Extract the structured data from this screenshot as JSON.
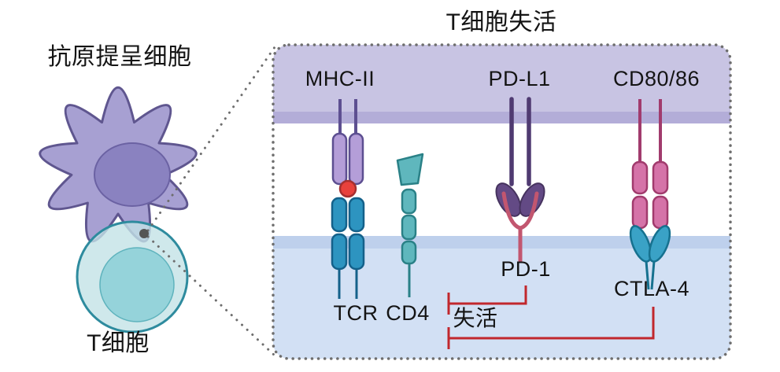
{
  "title": "T细胞失活",
  "left": {
    "apc_label": "抗原提呈细胞",
    "tcell_label": "T细胞"
  },
  "panel": {
    "mhc2_label": "MHC-II",
    "pdl1_label": "PD-L1",
    "cd80_label": "CD80/86",
    "tcr_label": "TCR",
    "cd4_label": "CD4",
    "inactivation_label": "失活",
    "pd1_label": "PD-1",
    "ctla4_label": "CTLA-4"
  },
  "colors": {
    "apc_membrane": "#c8c4e3",
    "apc_membrane_edge": "#b3add8",
    "tcell_membrane": "#d2e0f4",
    "tcell_membrane_edge": "#bed0ec",
    "inhibition_red": "#c1272d",
    "apc_cell": "#a7a0d2",
    "apc_nucleus": "#8a82c0",
    "tcell_body": "#c3e2e6",
    "tcell_nucleus": "#8ed0d8",
    "mhc2": "#b49ed8",
    "antigen": "#e8413c",
    "tcr": "#2d94c0",
    "cd4": "#5fb7bd",
    "pdl1": "#634a85",
    "pd1": "#c2566f",
    "cd80_86": "#d573a8",
    "ctla4": "#3aa2c6"
  }
}
